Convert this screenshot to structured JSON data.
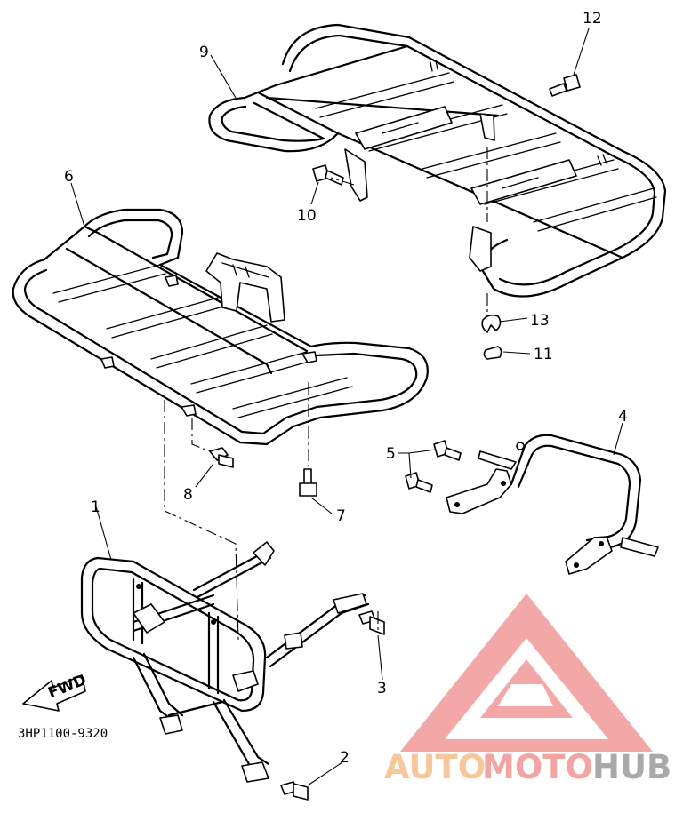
{
  "diagram": {
    "code": "3HP1100-9320",
    "direction_label": "FWD",
    "callouts": [
      "1",
      "2",
      "3",
      "4",
      "5",
      "6",
      "7",
      "8",
      "9",
      "10",
      "11",
      "12",
      "13"
    ]
  },
  "watermark": {
    "text_part1": "AUTO",
    "text_part2": "MOTO",
    "text_part3": "HUB",
    "colors": {
      "orange": "#f6c79a",
      "red": "#f4a3a3",
      "grey": "#a9a9a9"
    }
  }
}
